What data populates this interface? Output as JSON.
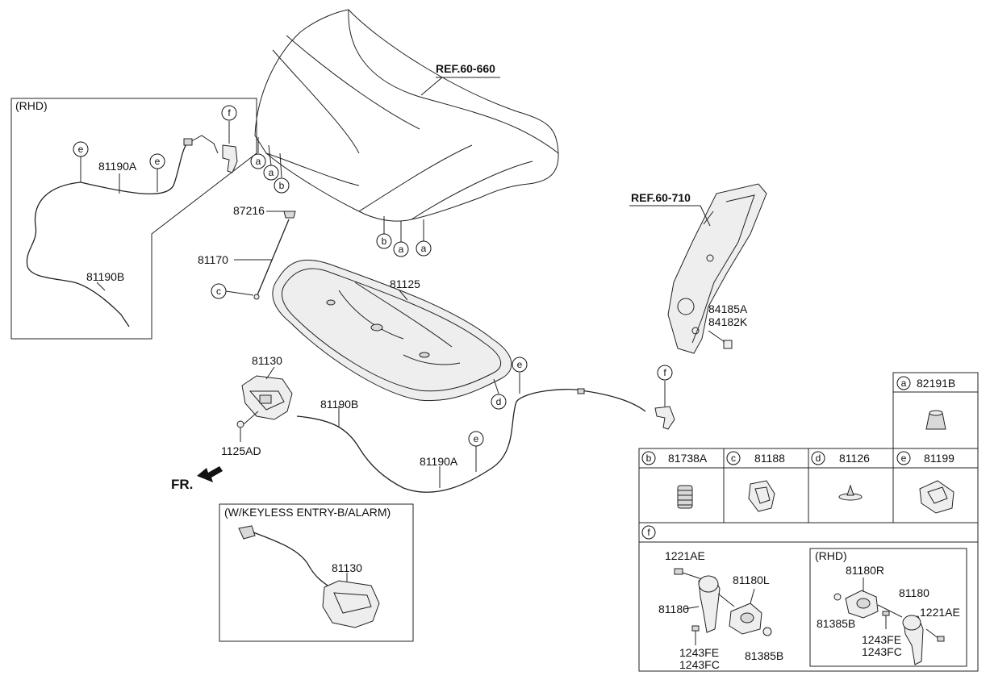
{
  "refs": {
    "hood": "REF.60-660",
    "pillar": "REF.60-710"
  },
  "rhd_box": {
    "title": "(RHD)",
    "cable_a": "81190A",
    "cable_b": "81190B",
    "callout_e1": "e",
    "callout_e2": "e",
    "callout_f": "f"
  },
  "hood_callouts": [
    "a",
    "a",
    "b",
    "b",
    "a",
    "a"
  ],
  "parts": {
    "p87216": "87216",
    "p81170": "81170",
    "p81125": "81125",
    "p81130": "81130",
    "p1125ad": "1125AD",
    "p81190b": "81190B",
    "p81190a": "81190A",
    "p84185a": "84185A",
    "p84182k": "84182K",
    "callout_c": "c",
    "callout_d": "d",
    "callout_e1": "e",
    "callout_e2": "e",
    "callout_f": "f"
  },
  "direction": "FR.",
  "keyless_box": {
    "title": "(W/KEYLESS ENTRY-B/ALARM)",
    "part": "81130"
  },
  "legend": {
    "a": {
      "letter": "a",
      "code": "82191B"
    },
    "b": {
      "letter": "b",
      "code": "81738A"
    },
    "c": {
      "letter": "c",
      "code": "81188"
    },
    "d": {
      "letter": "d",
      "code": "81126"
    },
    "e": {
      "letter": "e",
      "code": "81199"
    },
    "f": {
      "letter": "f",
      "lhd": {
        "bolt": "1221AE",
        "handle": "81180L",
        "lever": "81180",
        "bolt2_a": "1243FE",
        "bolt2_b": "1243FC",
        "nut": "81385B"
      },
      "rhd": {
        "title": "(RHD)",
        "handle": "81180R",
        "lever": "81180",
        "nut": "81385B",
        "bolt": "1221AE",
        "bolt2_a": "1243FE",
        "bolt2_b": "1243FC"
      }
    }
  }
}
